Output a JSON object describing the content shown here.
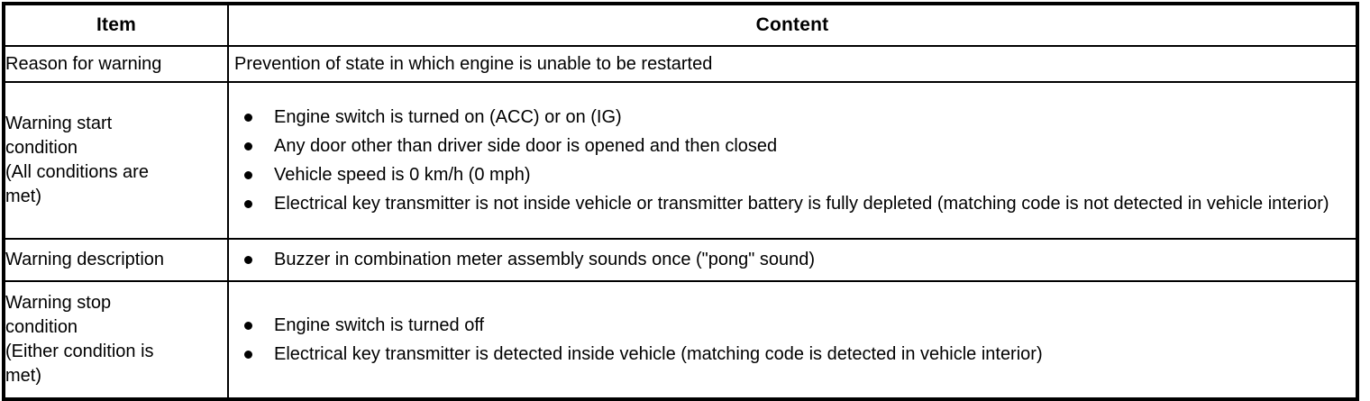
{
  "table": {
    "headers": {
      "item": "Item",
      "content": "Content"
    },
    "rows": [
      {
        "id": "reason-for-warning",
        "item": "Reason for warning",
        "content_type": "text",
        "text": "Prevention of state in which engine is unable to be restarted"
      },
      {
        "id": "warning-start-condition",
        "item": "Warning start\ncondition\n(All conditions are\nmet)",
        "content_type": "bullets",
        "bullets": [
          "Engine switch is turned on (ACC) or on (IG)",
          "Any door other than driver side door is opened and then closed",
          "Vehicle speed is 0 km/h (0 mph)",
          "Electrical key transmitter is not inside vehicle or transmitter battery is fully depleted (matching code is not detected in vehicle interior)"
        ]
      },
      {
        "id": "warning-description",
        "item": "Warning description",
        "content_type": "bullets",
        "bullets": [
          "Buzzer in combination meter assembly sounds once (\"pong\" sound)"
        ]
      },
      {
        "id": "warning-stop-condition",
        "item": "Warning stop\ncondition\n(Either condition is\nmet)",
        "content_type": "bullets",
        "bullets": [
          "Engine switch is turned off",
          "Electrical key transmitter is detected inside vehicle (matching code is detected in vehicle interior)"
        ]
      }
    ]
  },
  "style": {
    "bullet_glyph": "filled-circle",
    "text_color": "#000000",
    "background_color": "#ffffff",
    "border_color": "#000000"
  }
}
